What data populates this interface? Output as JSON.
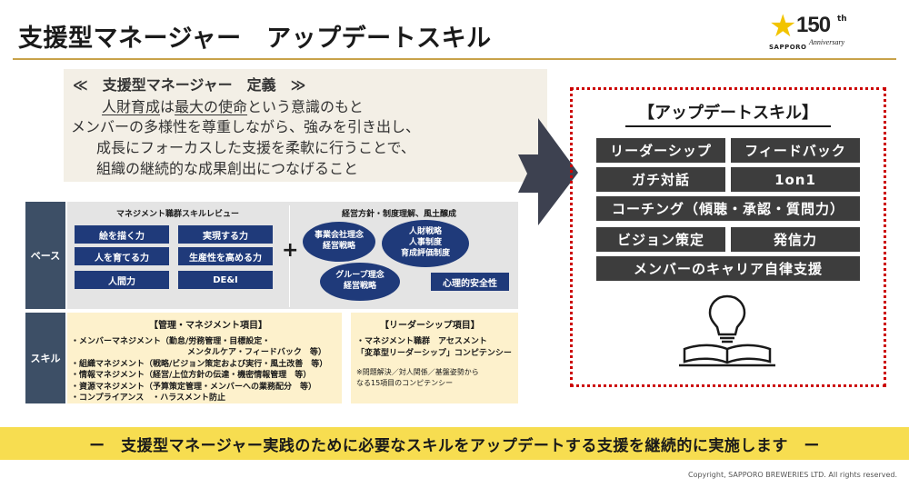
{
  "header": {
    "title": "支援型マネージャー　アップデートスキル"
  },
  "logo": {
    "number": "150",
    "suffix": "th",
    "anniversary": "Anniversary",
    "brand": "SAPPORO"
  },
  "definition": {
    "heading": "≪　支援型マネージャー　定義　≫",
    "line1_underlined_a": "人財育成",
    "line1_plain_a": "は",
    "line1_underlined_b": "最大の使命",
    "line1_plain_b": "という意識のもと",
    "line2": "メンバーの多様性を尊重しながら、強みを引き出し、",
    "line3": "成長にフォーカスした支援を柔軟に行うことで、",
    "line4": "組織の継続的な成果創出につなげること"
  },
  "update_skills": {
    "title": "【アップデートスキル】",
    "items": [
      "リーダーシップ",
      "フィードバック",
      "ガチ対話",
      "1on1",
      "コーチング（傾聴・承認・質問力）",
      "ビジョン策定",
      "発信力",
      "メンバーのキャリア自律支援"
    ]
  },
  "base": {
    "label": "ベース",
    "review_title": "マネジメント職群スキルレビュー",
    "review_items": [
      "絵を描く力",
      "実現する力",
      "人を育てる力",
      "生産性を高める力",
      "人間力",
      "DE&I"
    ],
    "policy_title": "経営方針・制度理解、風土醸成",
    "policy_ellipses": [
      [
        "事業会社理念",
        "経営戦略"
      ],
      [
        "人財戦略",
        "人事制度",
        "育成評価制度"
      ],
      [
        "グループ理念",
        "経営戦略"
      ]
    ],
    "safety_label": "心理的安全性"
  },
  "skill": {
    "label": "スキル",
    "mgmt_head": "【管理・マネジメント項目】",
    "mgmt_lines": [
      "・メンバーマネジメント（勤怠/労務管理・目標設定・",
      "メンタルケア・フィードバック　等）",
      "・組織マネジメント（戦略/ビジョン策定および実行・風土改善　等）",
      "・情報マネジメント（経営/上位方針の伝達・機密情報管理　等）",
      "・資源マネジメント（予算策定管理・メンバーへの業務配分　等）",
      "・コンプライアンス　・ハラスメント防止"
    ],
    "leader_head": "【リーダーシップ項目】",
    "leader_lines": [
      "・マネジメント職群　アセスメント",
      "「変革型リーダーシップ」コンピテンシー"
    ],
    "leader_note": [
      "※問題解決／対人関係／基盤姿勢から",
      "なる15項目のコンピテンシー"
    ]
  },
  "banner": {
    "text": "ー　支援型マネージャー実践のために必要なスキルをアップデートする支援を継続的に実施します　ー"
  },
  "footer": {
    "copyright": "Copyright, SAPPORO BREWERIES LTD. All rights reserved."
  }
}
